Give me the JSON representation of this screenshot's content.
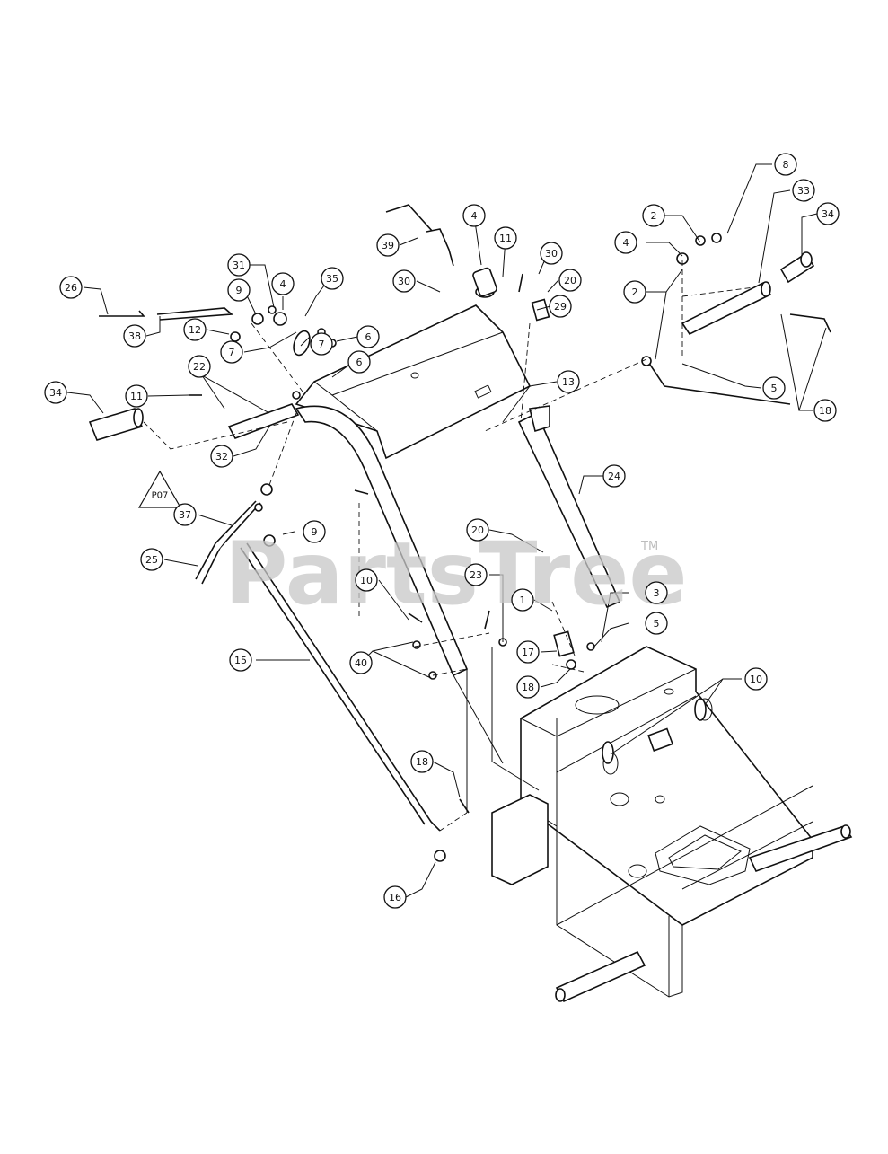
{
  "diagram": {
    "callouts": [
      {
        "label": "8"
      },
      {
        "label": "33"
      },
      {
        "label": "34"
      },
      {
        "label": "2"
      },
      {
        "label": "4"
      },
      {
        "label": "2"
      },
      {
        "label": "5"
      },
      {
        "label": "18"
      },
      {
        "label": "4"
      },
      {
        "label": "11"
      },
      {
        "label": "30"
      },
      {
        "label": "20"
      },
      {
        "label": "29"
      },
      {
        "label": "39"
      },
      {
        "label": "30"
      },
      {
        "label": "26"
      },
      {
        "label": "31"
      },
      {
        "label": "9"
      },
      {
        "label": "4"
      },
      {
        "label": "35"
      },
      {
        "label": "38"
      },
      {
        "label": "12"
      },
      {
        "label": "7"
      },
      {
        "label": "7"
      },
      {
        "label": "6"
      },
      {
        "label": "6"
      },
      {
        "label": "22"
      },
      {
        "label": "34"
      },
      {
        "label": "11"
      },
      {
        "label": "13"
      },
      {
        "label": "32"
      },
      {
        "label": "24"
      },
      {
        "label": "37"
      },
      {
        "label": "9"
      },
      {
        "label": "20"
      },
      {
        "label": "25"
      },
      {
        "label": "10"
      },
      {
        "label": "23"
      },
      {
        "label": "3"
      },
      {
        "label": "1"
      },
      {
        "label": "5"
      },
      {
        "label": "15"
      },
      {
        "label": "40"
      },
      {
        "label": "17"
      },
      {
        "label": "18"
      },
      {
        "label": "10"
      },
      {
        "label": "18"
      },
      {
        "label": "16"
      }
    ],
    "note_symbol": "P07",
    "watermark": "PartsTree",
    "watermark_mark": "TM"
  }
}
